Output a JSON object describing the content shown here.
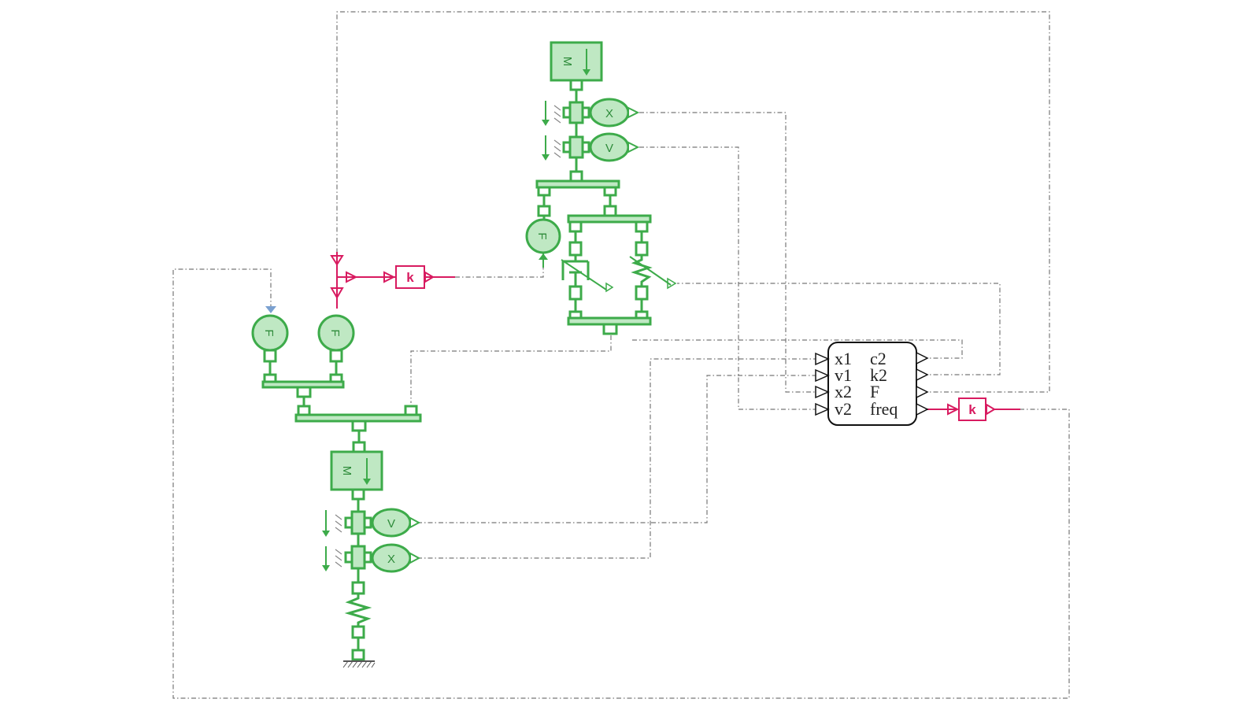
{
  "gain_block_1": {
    "label": "k"
  },
  "gain_block_2": {
    "label": "k"
  },
  "function_block": {
    "inputs": [
      "x1",
      "v1",
      "x2",
      "v2"
    ],
    "outputs": [
      "c2",
      "k2",
      "F",
      "freq"
    ]
  },
  "sensors": {
    "upper_displacement": "X",
    "upper_velocity": "V",
    "lower_velocity": "V",
    "lower_displacement": "X"
  },
  "force_sources": {
    "upper": "F",
    "lower_left": "F",
    "lower_right": "F"
  },
  "masses": {
    "upper": "M",
    "lower": "M"
  },
  "colors": {
    "mechanical": "#3dab4a",
    "signal_gain": "#d81b60",
    "signal_line": "#777777"
  }
}
